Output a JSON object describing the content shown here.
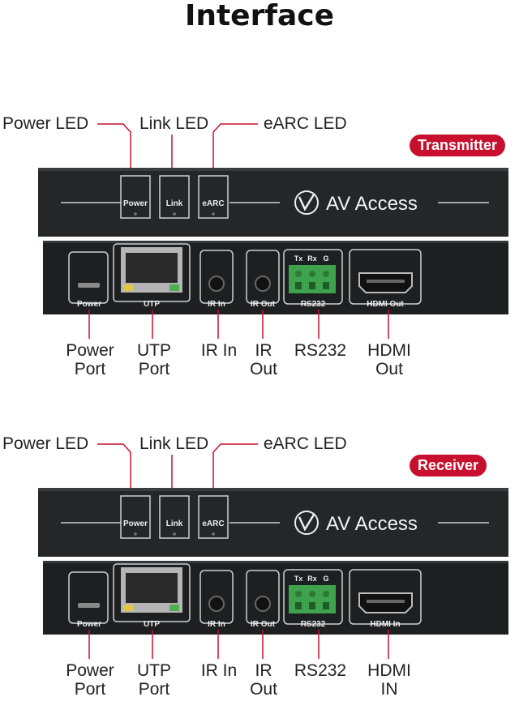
{
  "title": "Interface",
  "sections": [
    {
      "badge": "Transmitter",
      "top_labels": {
        "power": "Power LED",
        "link": "Link LED",
        "earc": "eARC LED"
      },
      "panel": {
        "brand": "AV Access",
        "led_power": "Power",
        "led_link": "Link",
        "led_earc": "eARC",
        "port_power": "Power",
        "port_utp": "UTP",
        "port_ir_in": "IR In",
        "port_ir_out": "IR Out",
        "port_rs232": "RS232",
        "port_hdmi": "HDMI Out",
        "rs232_pins": [
          "Tx",
          "Rx",
          "G"
        ]
      },
      "bottom_labels": {
        "power_1": "Power",
        "power_2": "Port",
        "utp_1": "UTP",
        "utp_2": "Port",
        "ir_in": "IR In",
        "ir_out_1": "IR",
        "ir_out_2": "Out",
        "rs232": "RS232",
        "hdmi_1": "HDMI",
        "hdmi_2": "Out"
      }
    },
    {
      "badge": "Receiver",
      "top_labels": {
        "power": "Power LED",
        "link": "Link LED",
        "earc": "eARC LED"
      },
      "panel": {
        "brand": "AV Access",
        "led_power": "Power",
        "led_link": "Link",
        "led_earc": "eARC",
        "port_power": "Power",
        "port_utp": "UTP",
        "port_ir_in": "IR In",
        "port_ir_out": "IR Out",
        "port_rs232": "RS232",
        "port_hdmi": "HDMI In",
        "rs232_pins": [
          "Tx",
          "Rx",
          "G"
        ]
      },
      "bottom_labels": {
        "power_1": "Power",
        "power_2": "Port",
        "utp_1": "UTP",
        "utp_2": "Port",
        "ir_in": "IR In",
        "ir_out_1": "IR",
        "ir_out_2": "Out",
        "rs232": "RS232",
        "hdmi_1": "HDMI",
        "hdmi_2": "IN"
      }
    }
  ],
  "colors": {
    "accent_red": "#c8102e",
    "device_dark": "#222426",
    "callout_line": "#c8102e"
  }
}
